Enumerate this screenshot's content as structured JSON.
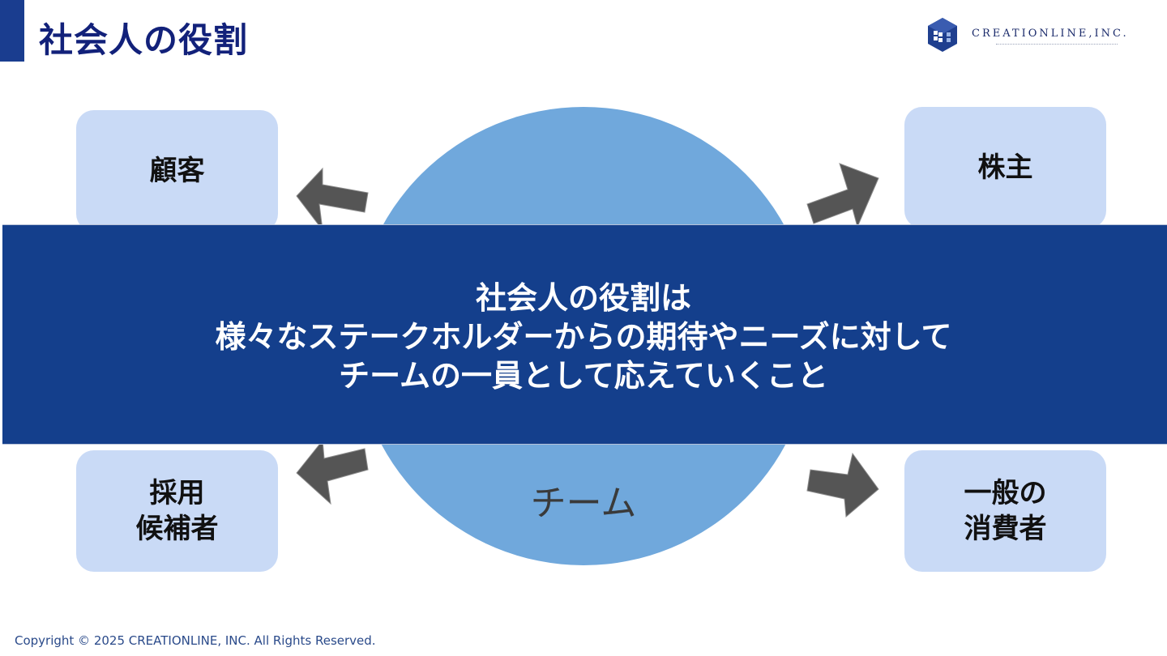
{
  "slide": {
    "title": "社会人の役割",
    "logo": {
      "name": "CREATIONLINE,INC.",
      "icon": "cube-logo-icon"
    },
    "center": {
      "label": "チーム"
    },
    "stakeholders": {
      "top_left": "顧客",
      "top_right": "株主",
      "bottom_left": "採用\n候補者",
      "bottom_right": "一般の\n消費者"
    },
    "banner": {
      "line1": "社会人の役割は",
      "line2": "様々なステークホルダーからの期待やニーズに対して",
      "line3": "チームの一員として応えていくこと"
    },
    "footer": "Copyright © 2025 CREATIONLINE, INC. All Rights Reserved."
  },
  "colors": {
    "title": "#12217a",
    "accent_bar": "#1a3d8f",
    "circle": "#70a8dc",
    "box": "#c9daf6",
    "banner": "#143f8c",
    "arrow": "#555555"
  }
}
